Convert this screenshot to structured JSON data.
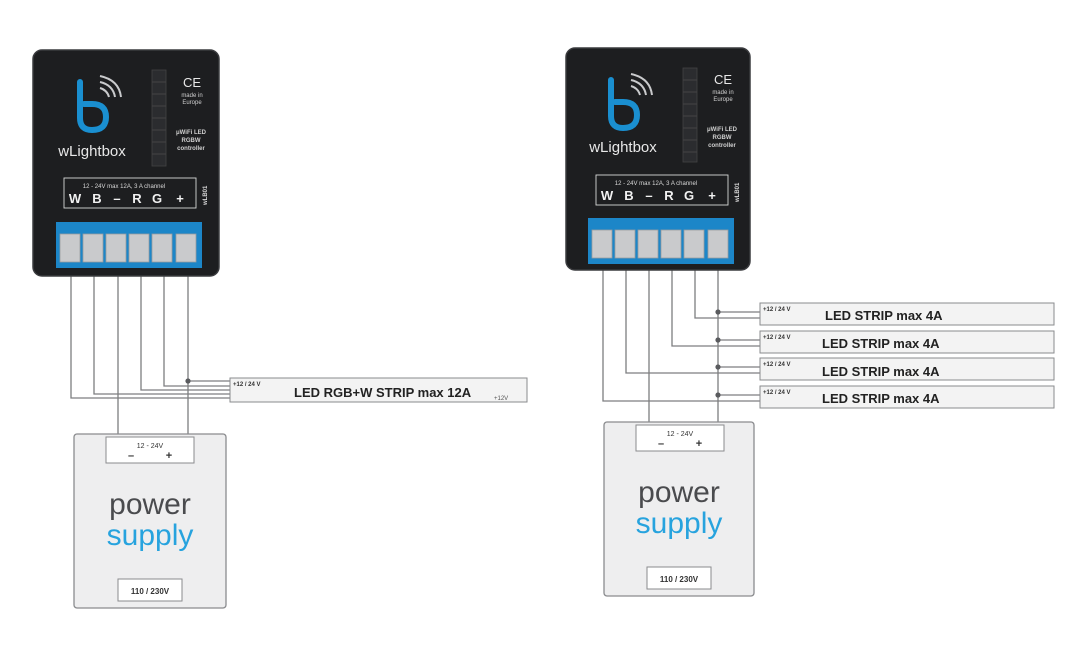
{
  "colors": {
    "device_body": "#1d1e20",
    "device_border": "#3a3b3e",
    "logo_blue": "#1a8fd0",
    "terminal_blue": "#1c86c8",
    "terminal_grey": "#c9cacc",
    "psu_fill": "#eeeeef",
    "psu_border": "#8a8b8e",
    "power_text": "#4a4b4e",
    "supply_text": "#27a3de",
    "strip_fill": "#f3f3f3",
    "wire": "#7d7e80"
  },
  "diagrams": [
    {
      "id": "left",
      "device": {
        "brand": "wLightbox",
        "ce_mark": "CE",
        "made_in": "made in",
        "europe": "Europe",
        "desc_line1": "μWiFi LED",
        "desc_line2": "RGBW",
        "desc_line3": "controller",
        "terminal_header": "12 - 24V max 12A, 3 A channel",
        "terminal_labels": [
          "W",
          "B",
          "–",
          "R",
          "G",
          "+"
        ],
        "model": "wLB01"
      },
      "strips": [
        {
          "voltage": "+12 / 24 V",
          "label": "LED RGB+W STRIP max 12A",
          "suffix": "+12V"
        }
      ],
      "power_supply": {
        "top_label": "12 - 24V",
        "minus": "–",
        "plus": "+",
        "word1": "power",
        "word2": "supply",
        "mains": "110 / 230V"
      }
    },
    {
      "id": "right",
      "device": {
        "brand": "wLightbox",
        "ce_mark": "CE",
        "made_in": "made in",
        "europe": "Europe",
        "desc_line1": "μWiFi LED",
        "desc_line2": "RGBW",
        "desc_line3": "controller",
        "terminal_header": "12 - 24V max 12A, 3 A channel",
        "terminal_labels": [
          "W",
          "B",
          "–",
          "R",
          "G",
          "+"
        ],
        "model": "wLB01"
      },
      "strips": [
        {
          "voltage": "+12 / 24 V",
          "label": "LED STRIP max 4A"
        },
        {
          "voltage": "+12 / 24 V",
          "label": "LED STRIP max 4A"
        },
        {
          "voltage": "+12 / 24 V",
          "label": "LED STRIP max 4A"
        },
        {
          "voltage": "+12 / 24 V",
          "label": "LED STRIP max 4A"
        }
      ],
      "power_supply": {
        "top_label": "12 - 24V",
        "minus": "–",
        "plus": "+",
        "word1": "power",
        "word2": "supply",
        "mains": "110 / 230V"
      }
    }
  ]
}
